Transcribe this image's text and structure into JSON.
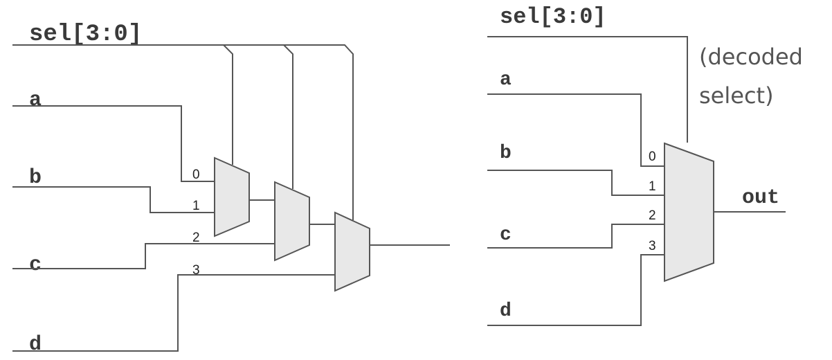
{
  "left_diagram": {
    "select_label": "sel[3:0]",
    "inputs": [
      "a",
      "b",
      "c",
      "d"
    ],
    "port_numbers": [
      "0",
      "1",
      "2",
      "3"
    ]
  },
  "right_diagram": {
    "select_label": "sel[3:0]",
    "note_line1": "(decoded",
    "note_line2": "select)",
    "inputs": [
      "a",
      "b",
      "c",
      "d"
    ],
    "port_numbers": [
      "0",
      "1",
      "2",
      "3"
    ],
    "output_label": "out"
  },
  "colors": {
    "wire": "#555555",
    "mux_fill": "#e8e8e8",
    "text": "#3a3a3a"
  }
}
